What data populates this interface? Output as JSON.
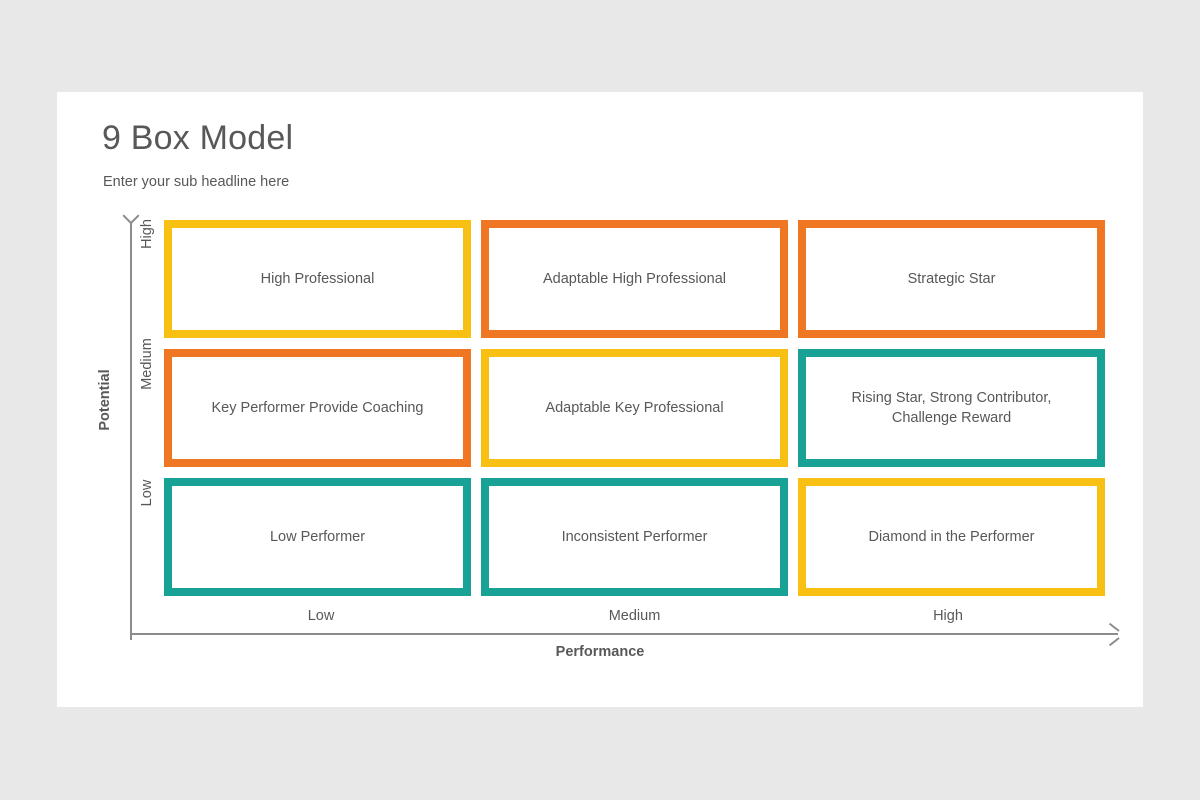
{
  "slide": {
    "title": "9 Box Model",
    "subtitle": "Enter your sub headline here"
  },
  "chart_data": {
    "type": "heatmap",
    "title": "9 Box Model",
    "subtitle": "Enter your sub headline here",
    "xlabel": "Performance",
    "ylabel": "Potential",
    "x_categories": [
      "Low",
      "Medium",
      "High"
    ],
    "y_categories": [
      "High",
      "Medium",
      "Low"
    ],
    "grid": false,
    "legend": "none",
    "colors": {
      "yellow": "#F7C013",
      "orange": "#EF7622",
      "teal": "#17A295",
      "text": "#58585A",
      "axis": "#8C8C8C",
      "card": "#FFFFFF",
      "background": "#E8E8E8"
    },
    "cells": [
      {
        "row": 0,
        "col": 0,
        "potential": "High",
        "performance": "Low",
        "label": "High Professional",
        "color": "#F7C013",
        "color_name": "yellow"
      },
      {
        "row": 0,
        "col": 1,
        "potential": "High",
        "performance": "Medium",
        "label": "Adaptable High Professional",
        "color": "#EF7622",
        "color_name": "orange"
      },
      {
        "row": 0,
        "col": 2,
        "potential": "High",
        "performance": "High",
        "label": "Strategic Star",
        "color": "#EF7622",
        "color_name": "orange"
      },
      {
        "row": 1,
        "col": 0,
        "potential": "Medium",
        "performance": "Low",
        "label": "Key Performer Provide Coaching",
        "color": "#EF7622",
        "color_name": "orange"
      },
      {
        "row": 1,
        "col": 1,
        "potential": "Medium",
        "performance": "Medium",
        "label": "Adaptable Key Professional",
        "color": "#F7C013",
        "color_name": "yellow"
      },
      {
        "row": 1,
        "col": 2,
        "potential": "Medium",
        "performance": "High",
        "label": "Rising Star, Strong Contributor, Challenge Reward",
        "color": "#17A295",
        "color_name": "teal"
      },
      {
        "row": 2,
        "col": 0,
        "potential": "Low",
        "performance": "Low",
        "label": "Low Performer",
        "color": "#17A295",
        "color_name": "teal"
      },
      {
        "row": 2,
        "col": 1,
        "potential": "Low",
        "performance": "Medium",
        "label": "Inconsistent Performer",
        "color": "#17A295",
        "color_name": "teal"
      },
      {
        "row": 2,
        "col": 2,
        "potential": "Low",
        "performance": "High",
        "label": "Diamond in the Performer",
        "color": "#F7C013",
        "color_name": "yellow"
      }
    ]
  },
  "axes": {
    "y": {
      "label": "Potential",
      "ticks": [
        "High",
        "Medium",
        "Low"
      ]
    },
    "x": {
      "label": "Performance",
      "ticks": [
        "Low",
        "Medium",
        "High"
      ]
    }
  }
}
